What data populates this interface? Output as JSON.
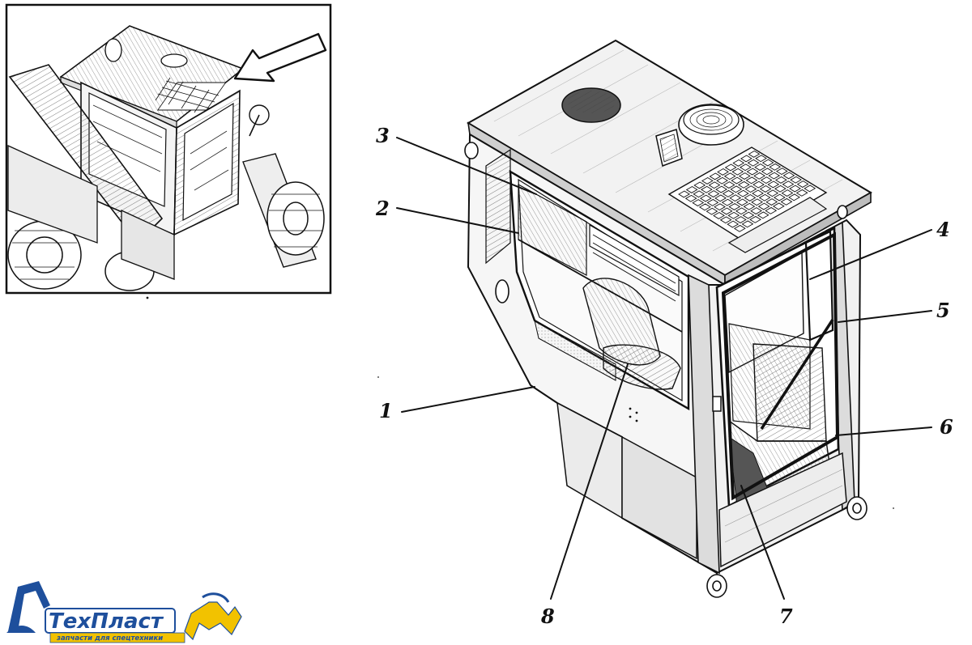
{
  "callouts": [
    {
      "id": "1",
      "label": "1"
    },
    {
      "id": "2",
      "label": "2"
    },
    {
      "id": "3",
      "label": "3"
    },
    {
      "id": "4",
      "label": "4"
    },
    {
      "id": "5",
      "label": "5"
    },
    {
      "id": "6",
      "label": "6"
    },
    {
      "id": "7",
      "label": "7"
    },
    {
      "id": "8",
      "label": "8"
    }
  ],
  "logo": {
    "name": "ТехПласт",
    "tagline": "запчасти для спецтехники",
    "colors": {
      "primary": "#1e4f9c",
      "accent": "#f2c200"
    }
  },
  "colors": {
    "ink": "#111111",
    "background": "#ffffff"
  }
}
